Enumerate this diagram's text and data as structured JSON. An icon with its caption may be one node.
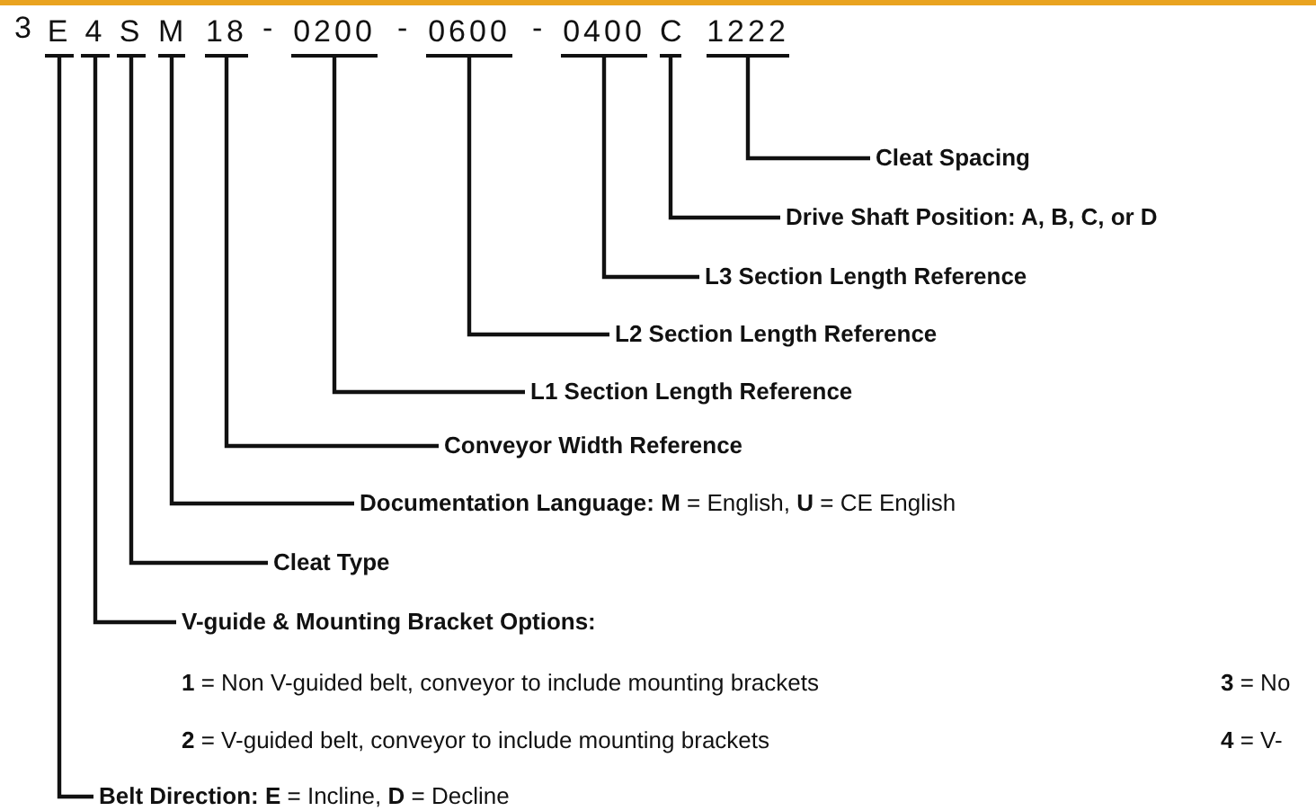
{
  "diagram": {
    "nodes": [
      {
        "text": [
          "E"
        ]
      },
      {
        "text": [
          "4"
        ]
      },
      {
        "text": [
          "S"
        ]
      },
      {
        "text": [
          "M"
        ]
      },
      {
        "text": [
          "18"
        ]
      },
      {
        "text": [
          "0200"
        ]
      },
      {
        "text": [
          "0600"
        ]
      },
      {
        "text": [
          "0400"
        ]
      },
      {
        "text": [
          "C"
        ]
      },
      {
        "text": [
          "1222"
        ]
      },
      {
        "text": [
          "Cleat Spacing"
        ]
      },
      {
        "text": [
          "Drive Shaft Position: A, B, C, or D"
        ]
      },
      {
        "text": [
          "L3 Section Length Reference"
        ]
      },
      {
        "text": [
          "L2 Section Length Reference"
        ]
      },
      {
        "text": [
          "L1 Section Length Reference"
        ]
      },
      {
        "text": [
          "Conveyor Width Reference"
        ]
      },
      {
        "text": [
          "**Documentation Language:** **M** = English, **U** = CE English"
        ]
      },
      {
        "text": [
          "Cleat Type"
        ]
      },
      {
        "text": [
          "V-guide & Mounting Bracket Options:"
        ]
      },
      {
        "text": [
          "**Belt Direction:** **E** = Incline, **D** = Decline"
        ]
      }
    ],
    "edges": [
      {
        "from": 10,
        "to": 9,
        "arrow": "none"
      },
      {
        "from": 11,
        "to": 8,
        "arrow": "none"
      },
      {
        "from": 12,
        "to": 7,
        "arrow": "none"
      },
      {
        "from": 13,
        "to": 6,
        "arrow": "none"
      },
      {
        "from": 14,
        "to": 5,
        "arrow": "none"
      },
      {
        "from": 15,
        "to": 4,
        "arrow": "none"
      },
      {
        "from": 16,
        "to": 3,
        "arrow": "none"
      },
      {
        "from": 17,
        "to": 2,
        "arrow": "none"
      },
      {
        "from": 18,
        "to": 1,
        "arrow": "none"
      },
      {
        "from": 19,
        "to": 0,
        "arrow": "none"
      }
    ],
    "labels": [
      "3",
      "-",
      "-",
      "-",
      "**1** = Non V-guided belt, conveyor to include mounting brackets",
      "**3** = No",
      "**2** = V-guided belt, conveyor to include mounting brackets",
      "**4** = V-"
    ]
  }
}
